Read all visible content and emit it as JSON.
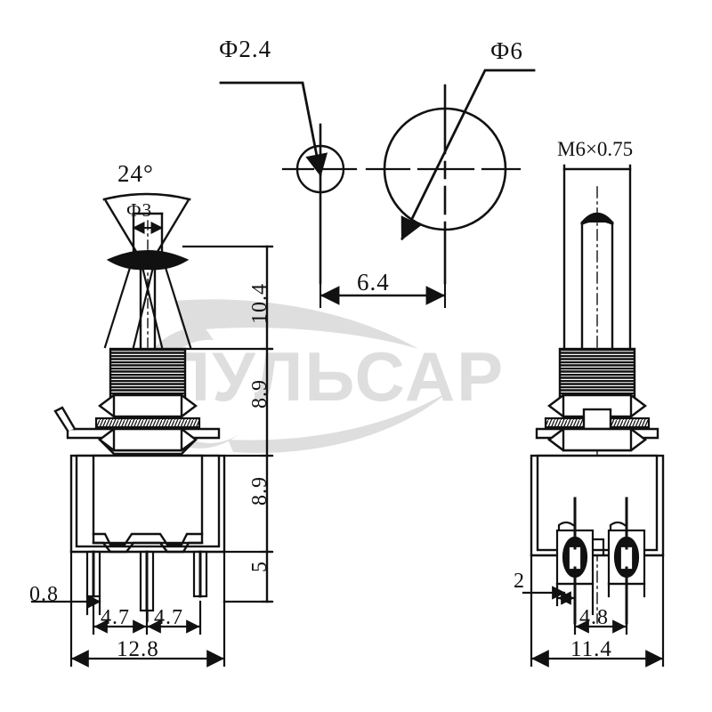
{
  "drawing": {
    "title": "Toggle switch mechanical outline drawing",
    "type": "engineering-dimension-drawing",
    "units": "mm",
    "line_color": "#111111",
    "background_color": "#ffffff"
  },
  "watermark": {
    "text": "ПУЛЬСАР",
    "color": "#d9d9d9",
    "logo": "circular-swoosh"
  },
  "views": {
    "left": {
      "name": "front-elevation-view",
      "labels": {
        "toggle_angle": "24°",
        "toggle_diameter": "Ф3"
      },
      "vertical_chain": [
        "10.4",
        "8.9",
        "8.9",
        "5"
      ],
      "horizontal": {
        "pin_thickness": "0.8",
        "pitch_left": "4.7",
        "pitch_right": "4.7",
        "overall_width": "12.8"
      }
    },
    "top": {
      "name": "panel-cutout-view",
      "small_hole": "Ф2.4",
      "large_hole": "Ф6",
      "center_distance": "6.4"
    },
    "right": {
      "name": "side-elevation-view",
      "thread": "M6×0.75",
      "horizontal": {
        "pin_width": "2",
        "pin_pitch": "4.8",
        "overall_width": "11.4"
      }
    }
  },
  "chart_data": {
    "type": "table",
    "title": "Toggle switch dimensions (mm)",
    "categories": [
      "Ф2.4",
      "Ф6",
      "6.4",
      "24°",
      "Ф3",
      "10.4",
      "8.9",
      "8.9",
      "5",
      "0.8",
      "4.7",
      "4.7",
      "12.8",
      "M6×0.75",
      "2",
      "4.8",
      "11.4"
    ],
    "values": [
      2.4,
      6,
      6.4,
      24,
      3,
      10.4,
      8.9,
      8.9,
      5,
      0.8,
      4.7,
      4.7,
      12.8,
      6,
      2,
      4.8,
      11.4
    ]
  }
}
